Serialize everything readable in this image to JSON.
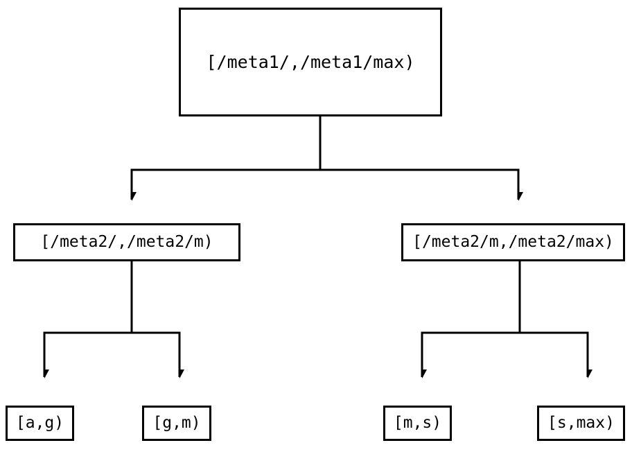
{
  "diagram": {
    "type": "tree",
    "orientation": "top-down",
    "background_color": "#ffffff",
    "line_color": "#000000",
    "text_color": "#000000",
    "nodes": {
      "root": {
        "label": "[/meta1/,/meta1/max)"
      },
      "mid_left": {
        "label": "[/meta2/,/meta2/m)"
      },
      "mid_right": {
        "label": "[/meta2/m,/meta2/max)"
      },
      "leaf_ag": {
        "label": "[a,g)"
      },
      "leaf_gm": {
        "label": "[g,m)"
      },
      "leaf_ms": {
        "label": "[m,s)"
      },
      "leaf_smax": {
        "label": "[s,max)"
      }
    },
    "edges": [
      {
        "from": "root",
        "to": "mid_left",
        "arrow": "triangle-down"
      },
      {
        "from": "root",
        "to": "mid_right",
        "arrow": "triangle-down"
      },
      {
        "from": "mid_left",
        "to": "leaf_ag",
        "arrow": "triangle-down"
      },
      {
        "from": "mid_left",
        "to": "leaf_gm",
        "arrow": "triangle-down"
      },
      {
        "from": "mid_right",
        "to": "leaf_ms",
        "arrow": "triangle-down"
      },
      {
        "from": "mid_right",
        "to": "leaf_smax",
        "arrow": "triangle-down"
      }
    ]
  }
}
